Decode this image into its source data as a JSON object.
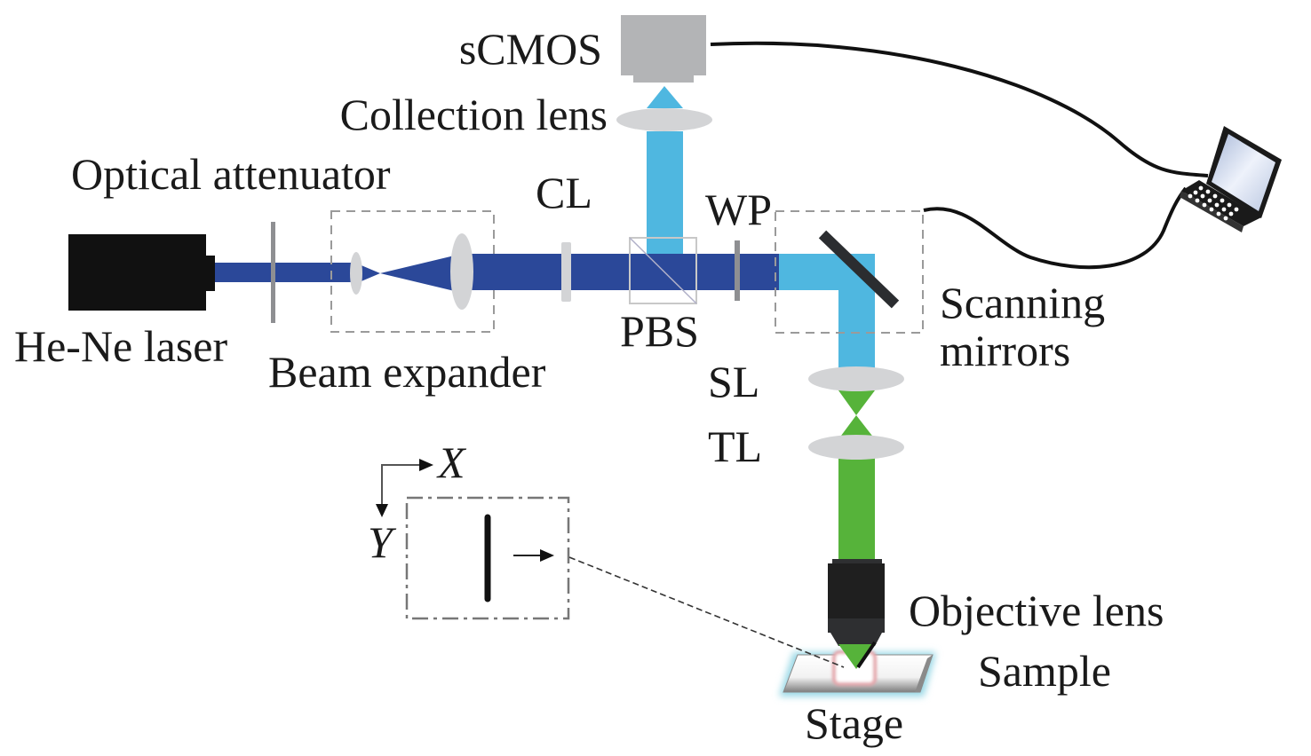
{
  "title": "Optical setup schematic",
  "labels": {
    "laser": "He-Ne laser",
    "attenuator": "Optical attenuator",
    "beam_expander": "Beam expander",
    "cl": "CL",
    "pbs": "PBS",
    "wp": "WP",
    "scmos": "sCMOS",
    "collection_lens": "Collection lens",
    "scanning_mirrors_line1": "Scanning",
    "scanning_mirrors_line2": "mirrors",
    "sl": "SL",
    "tl": "TL",
    "objective_lens": "Objective lens",
    "sample": "Sample",
    "stage": "Stage",
    "axis_x": "X",
    "axis_y": "Y"
  },
  "colors": {
    "beam_dark_blue": "#2b4899",
    "beam_light_blue": "#4fb7e0",
    "beam_green": "#56b33a",
    "lens_gray": "#d3d4d6",
    "camera_gray": "#b3b4b6",
    "laser_black": "#111111",
    "objective_black": "#1f1f1f",
    "sample_outline": "#e4a3a8",
    "stage_glow": "#9ad8e6"
  }
}
